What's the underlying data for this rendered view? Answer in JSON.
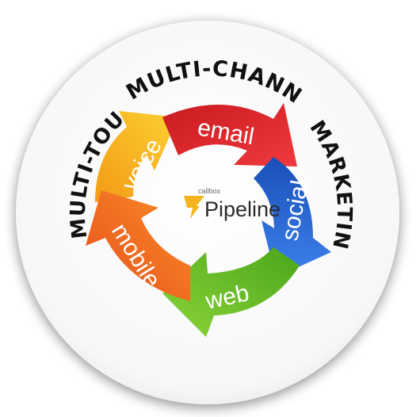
{
  "ring_text": {
    "left": "MULTI-TOUCH",
    "top": "MULTI-CHANNEL",
    "right": "MARKETING"
  },
  "channels": {
    "email": {
      "label": "email",
      "color": "#e0242b"
    },
    "social": {
      "label": "social",
      "color": "#1f5fd0"
    },
    "web": {
      "label": "web",
      "color": "#6fbf22"
    },
    "mobile": {
      "label": "mobile",
      "color": "#f0641c"
    },
    "voice": {
      "label": "voice",
      "color": "#f2b51d"
    }
  },
  "logo": {
    "small": "callbox",
    "name": "Pipeline"
  }
}
